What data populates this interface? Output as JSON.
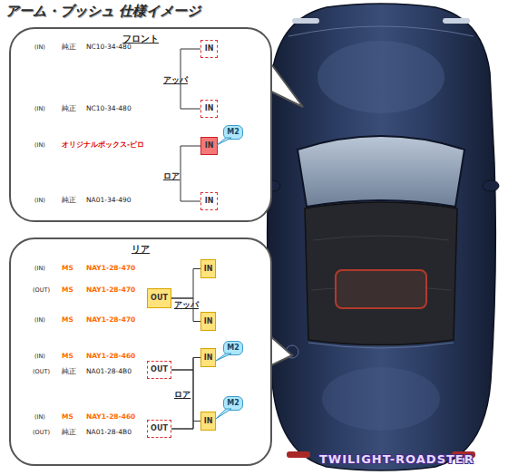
{
  "diagram": {
    "title": "アーム・ブッシュ 仕様イメージ",
    "nodes": [
      {
        "text": [
          "フロント"
        ]
      },
      {
        "text": [
          "IN"
        ],
        "in": 0
      },
      {
        "text": [
          "IN"
        ],
        "in": 0
      },
      {
        "text": [
          "IN"
        ],
        "in": 0
      },
      {
        "text": [
          "M2"
        ],
        "in": 0
      },
      {
        "text": [
          "IN"
        ],
        "in": 0
      },
      {
        "text": [
          "リア"
        ]
      },
      {
        "text": [
          "IN"
        ],
        "in": 6
      },
      {
        "text": [
          "OUT"
        ],
        "in": 6
      },
      {
        "text": [
          "IN"
        ],
        "in": 6
      },
      {
        "text": [
          "IN"
        ],
        "in": 6
      },
      {
        "text": [
          "M2"
        ],
        "in": 6
      },
      {
        "text": [
          "OUT"
        ],
        "in": 6
      },
      {
        "text": [
          "IN"
        ],
        "in": 6
      },
      {
        "text": [
          "M2"
        ],
        "in": 6
      },
      {
        "text": [
          "OUT"
        ],
        "in": 6
      }
    ],
    "edges": [
      {
        "from": 1,
        "to": 2,
        "arrow": "none"
      },
      {
        "from": 3,
        "to": 5,
        "arrow": "none"
      },
      {
        "from": 8,
        "to": 7,
        "arrow": "none"
      },
      {
        "from": 8,
        "to": 9,
        "arrow": "none"
      },
      {
        "from": 12,
        "to": 10,
        "arrow": "none"
      },
      {
        "from": 12,
        "to": 13,
        "arrow": "none"
      },
      {
        "from": 15,
        "to": 10,
        "arrow": "none"
      },
      {
        "from": 15,
        "to": 13,
        "arrow": "none"
      }
    ],
    "labels": [
      "(IN)",
      "純正",
      "NC10-34-480",
      "アッパ",
      "(IN)",
      "純正",
      "NC10-34-480",
      "(IN)",
      "オリジナルボックス-ピロ",
      "ロア",
      "(IN)",
      "純正",
      "NA01-34-490",
      "(IN)",
      "MS",
      "NAY1-28-470",
      "(OUT)",
      "MS",
      "NAY1-28-470",
      "アッパ",
      "(IN)",
      "MS",
      "NAY1-28-470",
      "(IN)",
      "MS",
      "NAY1-28-460",
      "(OUT)",
      "純正",
      "NA01-28-4B0",
      "ロア",
      "(IN)",
      "MS",
      "NAY1-28-460",
      "(OUT)",
      "純正",
      "NA01-28-4B0",
      "TWILIGHT-ROADSTER"
    ]
  }
}
